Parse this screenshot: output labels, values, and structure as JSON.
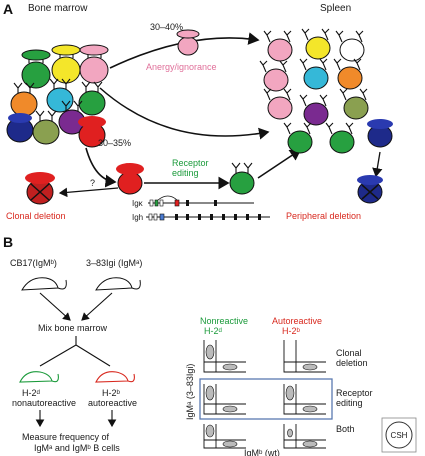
{
  "panel_a": {
    "letter": "A",
    "bone_marrow": "Bone marrow",
    "spleen": "Spleen",
    "pct_anergy": "30–40%",
    "anergy": "Anergy/ignorance",
    "pct_editing": "30–35%",
    "receptor": "Receptor",
    "editing": "editing",
    "question": "?",
    "clonal_deletion": "Clonal deletion",
    "peripheral_deletion": "Peripheral deletion",
    "igk": "Igκ",
    "igh": "Igh"
  },
  "panel_b": {
    "letter": "B",
    "strain1": "CB17(IgMᵇ)",
    "strain2": "3–83Igi (IgMᵃ)",
    "mix": "Mix bone marrow",
    "h2d": "H-2ᵈ",
    "nonautoreactive": "nonautoreactive",
    "h2b": "H-2ᵇ",
    "autoreactive": "autoreactive",
    "measure1": "Measure frequency of",
    "measure2": "IgMᵃ and IgMᵇ B cells",
    "col_nonreactive": "Nonreactive",
    "col_nonreactive_h2": "H-2ᵈ",
    "col_autoreactive": "Autoreactive",
    "col_autoreactive_h2": "H-2ᵇ",
    "row1a": "Clonal",
    "row1b": "deletion",
    "row2a": "Receptor",
    "row2b": "editing",
    "row3": "Both",
    "yaxis": "IgMᵃ (3–83Igi)",
    "xaxis": "IgMᵇ (wt)",
    "logo": "CSH"
  },
  "colors": {
    "green_text": "#1a9a3a",
    "red_text": "#d8281e",
    "pink_text": "#e0709a",
    "box_blue": "#5a7ab0"
  }
}
